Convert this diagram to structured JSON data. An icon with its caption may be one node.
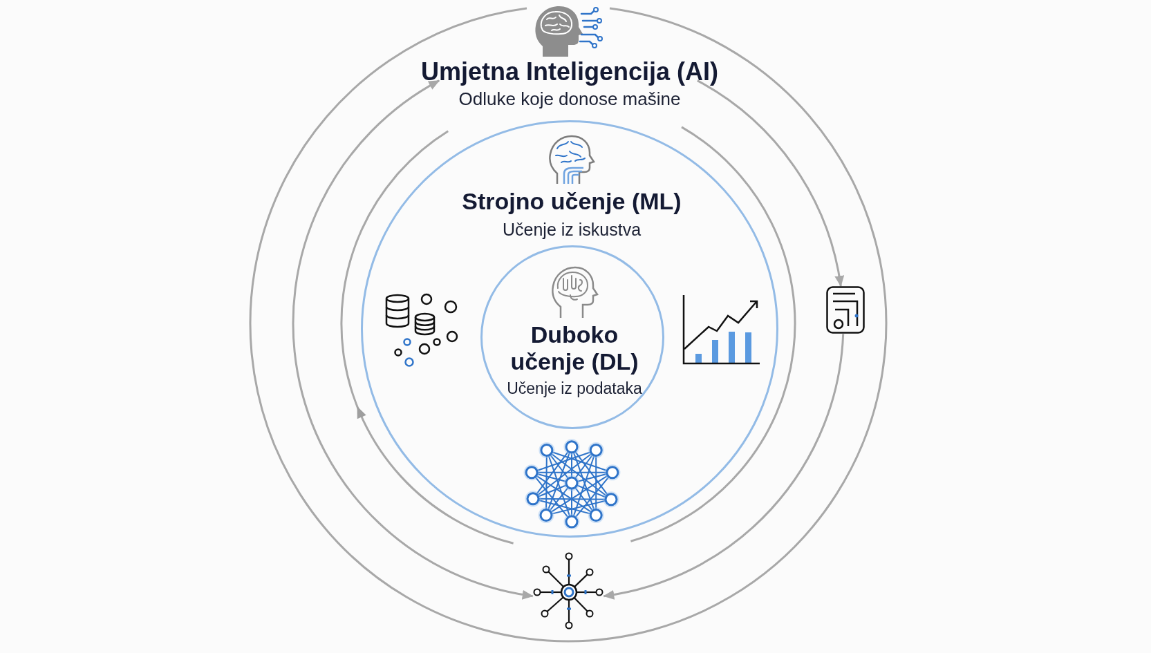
{
  "diagram": {
    "nodes": [
      {
        "text": [
          "Umjetna Inteligencija (AI)",
          "Odluke koje donose mašine"
        ]
      },
      {
        "text": [
          "Strojno učenje (ML)",
          "Učenje iz iskustva"
        ],
        "in": 0
      },
      {
        "text": [
          "Duboko učenje (DL)",
          "Učenje iz podataka"
        ],
        "in": 1
      },
      {
        "text": [],
        "shape": "picture",
        "in": 0
      },
      {
        "text": [],
        "shape": "picture",
        "in": 0
      }
    ],
    "edges": [
      {
        "from": null,
        "to": 3,
        "arrow": "to"
      },
      {
        "from": 3,
        "to": 4,
        "arrow": "to"
      },
      {
        "from": null,
        "to": 4,
        "arrow": "both"
      }
    ]
  }
}
